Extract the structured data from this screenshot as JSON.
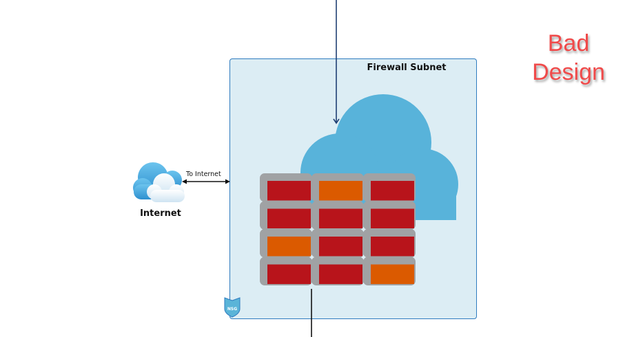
{
  "diagram": {
    "annotation": "Bad Design",
    "annotation_lines": [
      "Bad",
      "Design"
    ],
    "subnet": {
      "title": "Firewall Subnet",
      "badge": "NSG"
    },
    "internet": {
      "label": "Internet",
      "connection_label": "To Internet"
    },
    "firewall": {
      "rows": [
        [
          "red",
          "orange",
          "red"
        ],
        [
          "red",
          "red",
          "red"
        ],
        [
          "orange",
          "red",
          "red"
        ],
        [
          "red",
          "red",
          "orange"
        ]
      ]
    },
    "colors": {
      "annotation": "#f04a4a",
      "subnet_fill": "#dcedf4",
      "subnet_border": "#2e7bbf",
      "cloud": "#58b3da",
      "brick_red": "#b8141b",
      "brick_orange": "#db5a00",
      "mortar": "#a0a2a4",
      "arrow_top": "#1f3f73",
      "arrow": "#111111"
    }
  }
}
